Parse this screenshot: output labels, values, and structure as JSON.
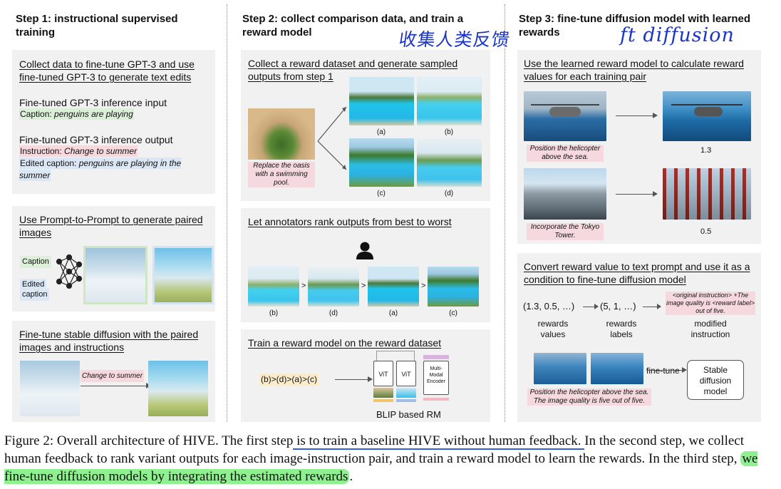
{
  "step1": {
    "title": "Step 1: instructional supervised training",
    "panel1": {
      "title": "Collect data to fine-tune GPT-3 and use fine-tuned GPT-3 to generate text edits",
      "input_heading": "Fine-tuned GPT-3 inference input",
      "caption_label": "Caption: ",
      "caption_value": "penguins are playing",
      "output_heading": "Fine-tuned GPT-3 inference output",
      "instruction_label": "Instruction: ",
      "instruction_value": "Change to summer",
      "edited_label": "Edited caption: ",
      "edited_value": "penguins are playing in the summer"
    },
    "panel2": {
      "title": "Use Prompt-to-Prompt to generate paired images",
      "caption_tag": "Caption",
      "edited_tag_1": "Edited",
      "edited_tag_2": "caption"
    },
    "panel3": {
      "title": "Fine-tune stable diffusion with the paired images and instructions",
      "instruction_tag": "Change to summer"
    }
  },
  "step2": {
    "title": "Step 2: collect comparison data, and train a reward model",
    "handwriting": "收集人类反馈",
    "panel1": {
      "title": "Collect a reward dataset and generate sampled outputs from step 1",
      "source_caption": "Replace the oasis with a swimming pool.",
      "labels": [
        "(a)",
        "(b)",
        "(c)",
        "(d)"
      ]
    },
    "panel2": {
      "title": "Let annotators rank outputs from best to worst",
      "ranked_labels": [
        "(b)",
        "(d)",
        "(a)",
        "(c)"
      ],
      "separator": ">"
    },
    "panel3": {
      "title": "Train a reward model on the reward dataset",
      "ranking_text": "(b)>(d)>(a)>(c)",
      "vit_1": "ViT",
      "vit_2": "ViT",
      "encoder_text": "Multi-Modal Encoder",
      "caption": "BLIP based RM"
    }
  },
  "step3": {
    "title": "Step 3: fine-tune diffusion model with learned rewards",
    "handwriting": "ft diffusion",
    "panel1": {
      "title": "Use the learned reward model to calculate reward values for each training pair",
      "pair1_caption": "Position the helicopter above the sea.",
      "pair1_value": "1.3",
      "pair2_caption": "Incorporate the Tokyo Tower.",
      "pair2_value": "0.5"
    },
    "panel2": {
      "title": "Convert reward value to text prompt and use it as a condition to fine-tune diffusion model",
      "rewards_values": "(1.3, 0.5, …)",
      "rewards_labels": "(5, 1, …)",
      "modified_text": "<original instruction> +The image quality is <reward label> out of five.",
      "col1_label": "rewards values",
      "col2_label": "rewards labels",
      "col3_label": "modified instruction",
      "finetune_label": "fine-tune",
      "model_box": "Stable diffusion model",
      "bottom_caption": "Position the helicopter above the sea. The image quality is five out of five."
    }
  },
  "figure_caption": {
    "part1": "Figure 2: Overall architecture of HIVE. The first step",
    "part2_underlined": " is to train a baseline HIVE without human feedback. ",
    "part3": "In the second step, we collect human feedback to rank variant outputs for each image-instruction pair, and train a reward model to learn the rewards. In the third step, ",
    "part4_highlighted": "we fine-tune diffusion models by integrating the estimated rewards",
    "part5": "."
  },
  "colors": {
    "panel_bg": "#f1f1f1",
    "pink_highlight": "#f6d9df",
    "green_highlight": "#dcefd8",
    "blue_highlight": "#dbe7f5",
    "handwriting": "#1a35c8",
    "marker_green": "#8ef08e"
  }
}
